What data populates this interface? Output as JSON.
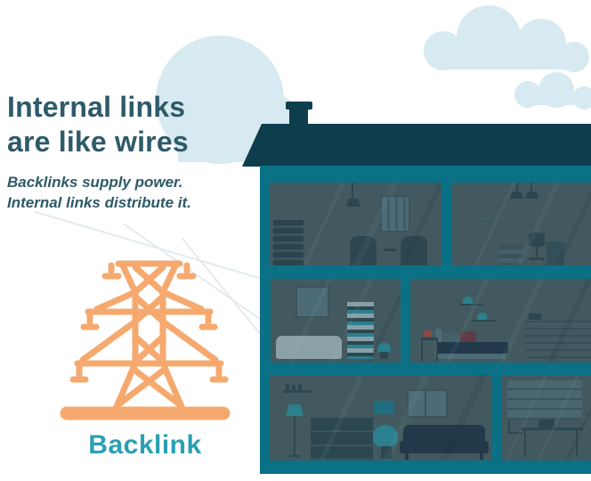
{
  "title": {
    "line1": "Internal links",
    "line2": "are like wires"
  },
  "subtitle": {
    "line1": "Backlinks supply power.",
    "line2": "Internal links distribute it."
  },
  "tower": {
    "label": "Backlink"
  },
  "icons": {
    "tower": "transmission-tower-icon",
    "clouds": "cloud-icon",
    "wires": "power-wire-lines",
    "house": "house-cross-section-illustration"
  },
  "colors": {
    "heading_text": "#2e5a69",
    "backlink_label": "#2b9fb3",
    "tower_orange": "#f6a96e",
    "house_wall": "#0a7186",
    "roof": "#0e3e4d",
    "room_interior": "#42595f",
    "cloud": "#d7eaf1",
    "background": "#ffffff"
  }
}
